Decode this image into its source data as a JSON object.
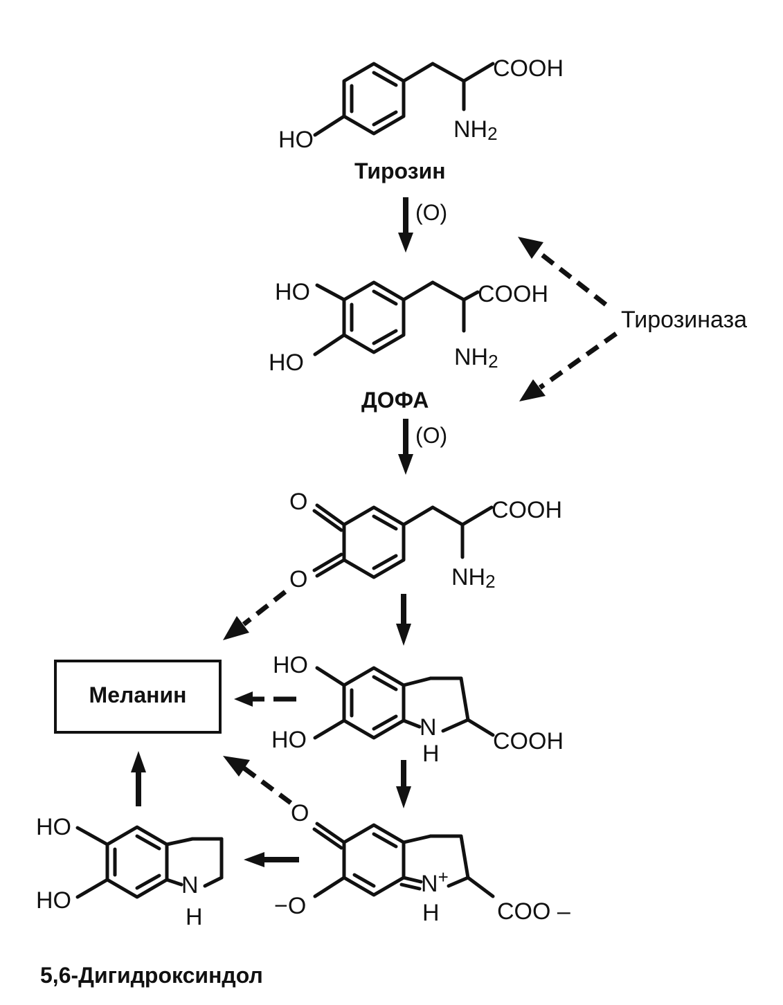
{
  "labels": {
    "cooh": "COOH",
    "ho": "HO",
    "nh": "NH",
    "nh_sub": "2",
    "o": "O",
    "n": "N",
    "h": "H",
    "n_plus": "N",
    "plus": "+",
    "o_minus": "−O",
    "coo_minus": "COO –"
  },
  "compounds": {
    "tyrosine": "Тирозин",
    "dopa": "ДОФА",
    "melanin": "Меланин",
    "dihydroxyindole": "5,6-Дигидроксиндол"
  },
  "enzyme": "Тирозиназа",
  "oxidation": "(O)"
}
